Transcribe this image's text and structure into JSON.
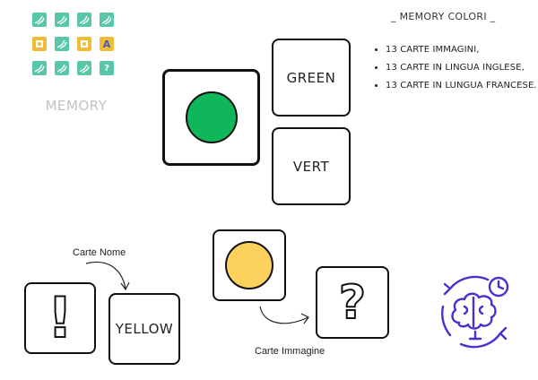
{
  "logo": {
    "wordmark": "MEMORY",
    "tile_letter": "A",
    "tile_mark": "?",
    "colors": {
      "green": "#58c6a8",
      "yellow": "#f1bb35"
    }
  },
  "heading": "_ MEMORY COLORI _",
  "bullets": [
    "13 CARTE IMMAGINI,",
    "13 CARTE IN LINGUA INGLESE,",
    "13 CARTE IN LUNGUA FRANCESE."
  ],
  "cards": {
    "green_label": "GREEN",
    "vert_label": "VERT",
    "yellow_label": "YELLOW",
    "exclamation": "!",
    "question": "?"
  },
  "colors": {
    "green_circle": "#10b75a",
    "yellow_circle": "#fdd25c",
    "brain_icon": "#4b2fd0"
  },
  "captions": {
    "name_cards": "Carte Nome",
    "image_cards": "Carte Immagine"
  }
}
